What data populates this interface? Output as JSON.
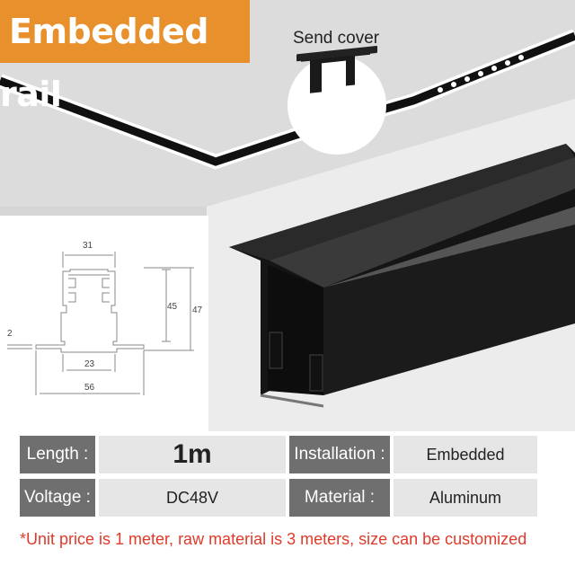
{
  "badge": {
    "title": "Embedded rail"
  },
  "cover": {
    "label": "Send cover"
  },
  "drawing": {
    "dims": {
      "top_width": "31",
      "inner_height": "45",
      "total_height": "47",
      "flange": "2",
      "inner_width": "23",
      "base_width": "56"
    }
  },
  "specs": {
    "length_label": "Length :",
    "length_value": "1m",
    "installation_label": "Installation :",
    "installation_value": "Embedded",
    "voltage_label": "Voltage :",
    "voltage_value": "DC48V",
    "material_label": "Material :",
    "material_value": "Aluminum"
  },
  "note": "*Unit price is 1 meter, raw material is 3 meters, size can be customized",
  "colors": {
    "badge": "#e8902b",
    "label_cell": "#6f6f6f",
    "value_cell": "#e6e6e6",
    "note": "#e03a2a"
  }
}
